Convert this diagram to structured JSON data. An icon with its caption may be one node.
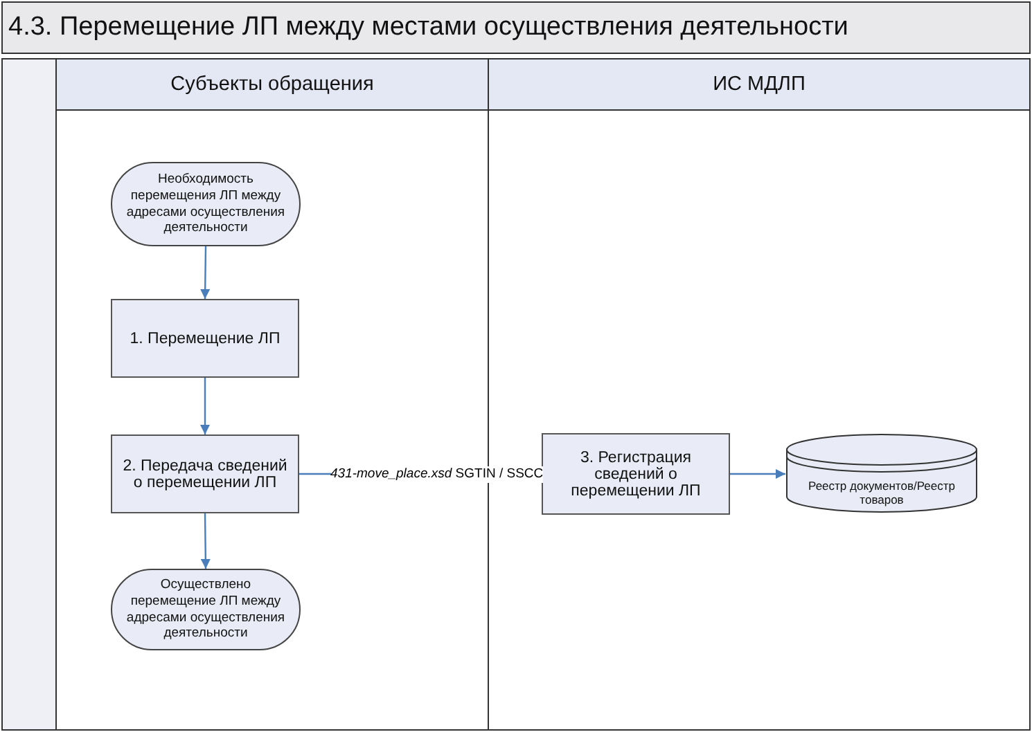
{
  "diagram": {
    "title": "4.3. Перемещение ЛП между местами осуществления деятельности",
    "nodes": [
      {
        "text": [
          "Субъекты обращения"
        ]
      },
      {
        "text": [
          "ИС МДЛП"
        ]
      },
      {
        "text": [
          "Необходимость перемещения ЛП между адресами осуществления деятельности"
        ],
        "in": 0
      },
      {
        "text": [
          "1. Перемещение ЛП"
        ],
        "in": 0
      },
      {
        "text": [
          "2. Передача сведений о перемещении ЛП"
        ],
        "in": 0
      },
      {
        "text": [
          "Осуществлено перемещение ЛП между адресами осуществления деятельности"
        ],
        "in": 0
      },
      {
        "text": [
          "3. Регистрация сведений о перемещении ЛП"
        ],
        "in": 1
      },
      {
        "text": [
          "Реестр документов/Реестр товаров"
        ],
        "in": 1
      }
    ],
    "edges": [
      {
        "from": 2,
        "to": 3,
        "arrow": "to"
      },
      {
        "from": 3,
        "to": 4,
        "arrow": "to"
      },
      {
        "from": 4,
        "to": 5,
        "arrow": "to"
      },
      {
        "from": 4,
        "to": 6,
        "arrow": "to",
        "label": "*431-move_place.xsd* SGTIN / SSCC"
      },
      {
        "from": 6,
        "to": 7,
        "arrow": "to"
      }
    ]
  }
}
